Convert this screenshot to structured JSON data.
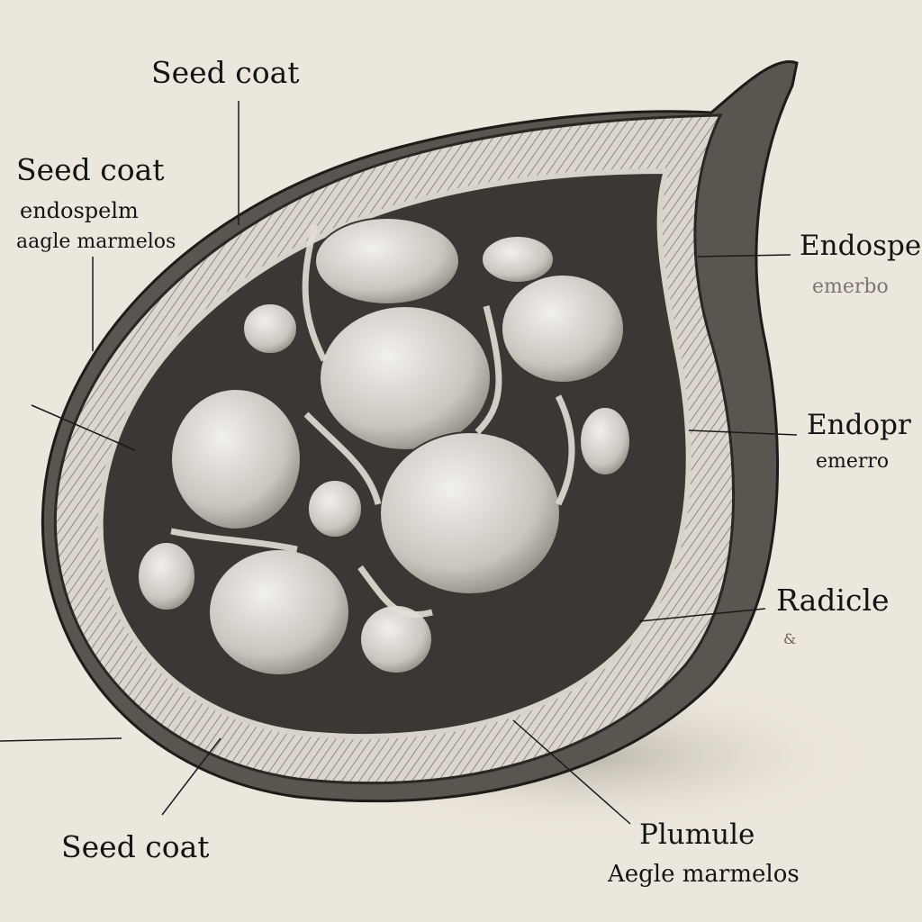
{
  "labels": {
    "top_seed_coat": "Seed coat",
    "left_seed_coat": "Seed coat",
    "left_endosperm": "endospelm",
    "left_species": "aagle marmelos",
    "right_endosperm_1": "Endospe",
    "right_embryo_1": "emerbo",
    "right_endosperm_2": "Endopr",
    "right_embryo_2": "emerro",
    "radicle": "Radicle",
    "radicle_sub": "&",
    "bottom_seed_coat": "Seed coat",
    "plumule": "Plumule",
    "bottom_species": "Aegle marmelos"
  },
  "colors": {
    "background": "#ece7dc",
    "ink": "#141414",
    "flesh": "#d9d4cb",
    "seed": "#cfcbc4"
  }
}
